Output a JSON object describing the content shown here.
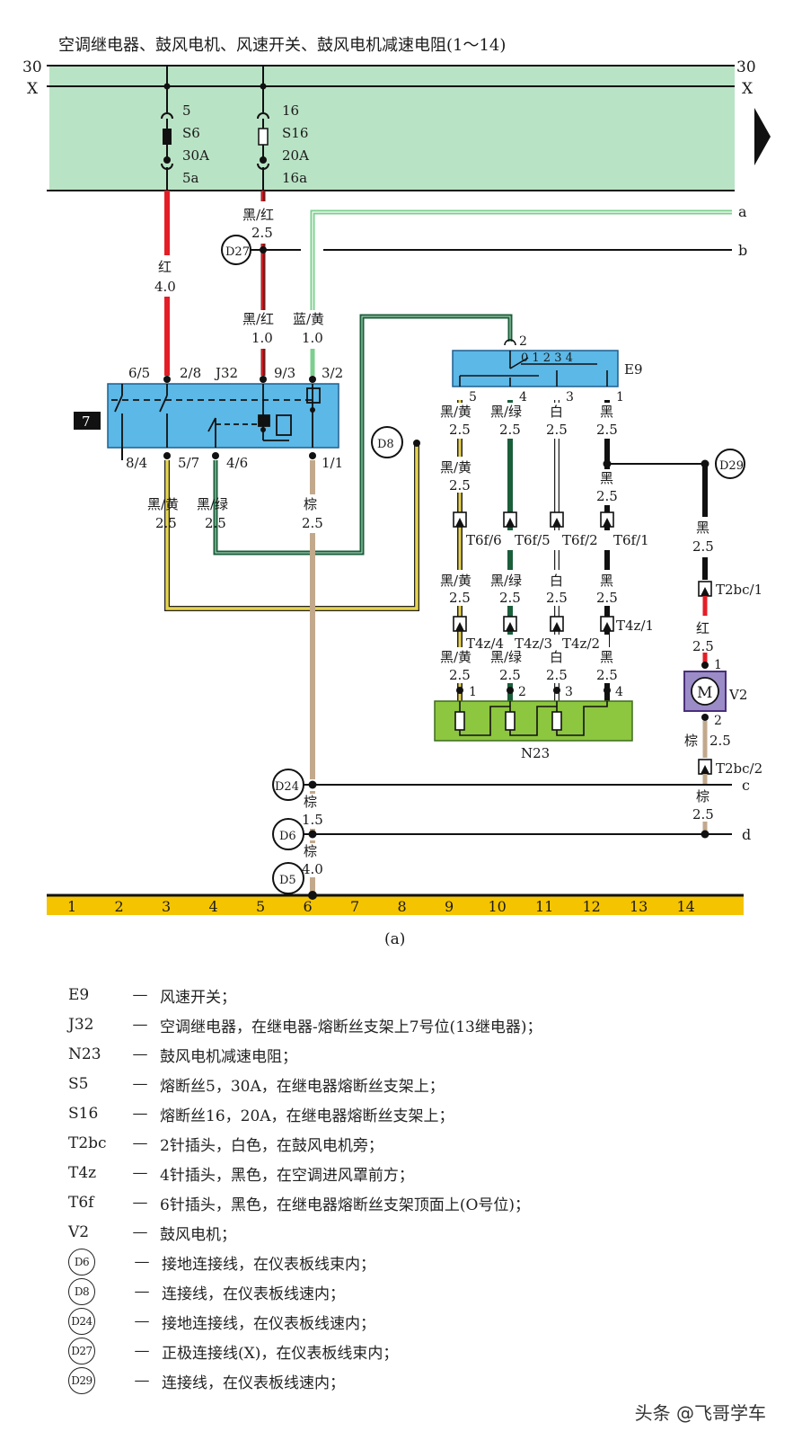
{
  "diagram": {
    "title": "空调继电器、鼓风电机、风速开关、鼓风电机减速电阻(1～14)",
    "caption": "(a)",
    "rails": {
      "left_30": "30",
      "right_30": "30",
      "left_x": "X",
      "right_x": "X"
    },
    "fuses": [
      {
        "top": "5",
        "name": "S6",
        "rating": "30A",
        "bottom": "5a"
      },
      {
        "top": "16",
        "name": "S16",
        "rating": "20A",
        "bottom": "16a"
      }
    ],
    "relay": {
      "name": "J32",
      "slot": "7",
      "pins": {
        "p65": "6/5",
        "p28": "2/8",
        "p93": "9/3",
        "p32": "3/2",
        "p84": "8/4",
        "p57": "5/7",
        "p46": "4/6",
        "p11": "1/1"
      }
    },
    "switch": {
      "name": "E9",
      "positions": "0 1 2 3 4",
      "pin_top": "2",
      "pins": {
        "p5": "5",
        "p4": "4",
        "p3": "3",
        "p1": "1"
      }
    },
    "resistor": {
      "name": "N23",
      "pins": {
        "p1": "1",
        "p2": "2",
        "p3": "3",
        "p4": "4"
      }
    },
    "motor": {
      "name": "V2",
      "symbol": "M",
      "pin1": "1",
      "pin2": "2"
    },
    "connectors": {
      "t6f_6": "T6f/6",
      "t6f_5": "T6f/5",
      "t6f_2": "T6f/2",
      "t6f_1": "T6f/1",
      "t4z_4": "T4z/4",
      "t4z_3": "T4z/3",
      "t4z_2": "T4z/2",
      "t4z_1": "T4z/1",
      "t2bc_1": "T2bc/1",
      "t2bc_2": "T2bc/2"
    },
    "nodes": {
      "d27": "D27",
      "d8": "D8",
      "d29": "D29",
      "d24": "D24",
      "d6": "D6",
      "d5": "D5"
    },
    "ends": {
      "a": "a",
      "b": "b",
      "c": "c",
      "d": "d"
    },
    "wires": {
      "hong": "红",
      "s40": "4.0",
      "heihong": "黑/红",
      "s25": "2.5",
      "s10": "1.0",
      "lanhuang": "蓝/黄",
      "heihuang": "黑/黄",
      "heilv": "黑/绿",
      "zong": "棕",
      "bai": "白",
      "hei": "黑",
      "s15": "1.5"
    },
    "bottom_bar": [
      "1",
      "2",
      "3",
      "4",
      "5",
      "6",
      "7",
      "8",
      "9",
      "10",
      "11",
      "12",
      "13",
      "14"
    ]
  },
  "legend": [
    {
      "code": "E9",
      "desc": "风速开关；"
    },
    {
      "code": "J32",
      "desc": "空调继电器，在继电器-熔断丝支架上7号位(13继电器)；"
    },
    {
      "code": "N23",
      "desc": "鼓风电机减速电阻；"
    },
    {
      "code": "S5",
      "desc": "熔断丝5，30A，在继电器熔断丝支架上；"
    },
    {
      "code": "S16",
      "desc": "熔断丝16，20A，在继电器熔断丝支架上；"
    },
    {
      "code": "T2bc",
      "desc": "2针插头，白色，在鼓风电机旁；"
    },
    {
      "code": "T4z",
      "desc": "4针插头，黑色，在空调进风罩前方；"
    },
    {
      "code": "T6f",
      "desc": "6针插头，黑色，在继电器熔断丝支架顶面上(O号位)；"
    },
    {
      "code": "V2",
      "desc": "鼓风电机；"
    },
    {
      "code": "D6",
      "desc": "接地连接线，在仪表板线束内；",
      "circled": true
    },
    {
      "code": "D8",
      "desc": "连接线，在仪表板线速内；",
      "circled": true
    },
    {
      "code": "D24",
      "desc": "接地连接线，在仪表板线速内；",
      "circled": true
    },
    {
      "code": "D27",
      "desc": "正极连接线(X)，在仪表板线束内；",
      "circled": true
    },
    {
      "code": "D29",
      "desc": "连接线，在仪表板线速内；",
      "circled": true
    }
  ],
  "dash": "—",
  "watermark": "头条 @飞哥学车",
  "colors": {
    "panel": "#b9e3c5",
    "relay": "#5cb8e6",
    "switch": "#5cb8e6",
    "resistor": "#8dc63f",
    "bar": "#f5c400",
    "red": "#e41e26",
    "darkred": "#7a1a1a",
    "green": "#1a5e3a",
    "lightgreen": "#7ccf8e",
    "yellow": "#e8d44d",
    "brown": "#c2a98c",
    "motor": "#7b5aa6"
  }
}
